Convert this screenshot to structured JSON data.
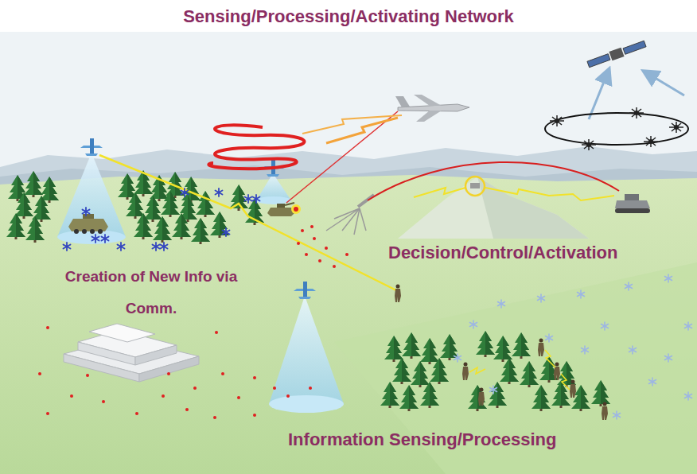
{
  "diagram": {
    "title": "Sensing/Processing/Activating Network",
    "labels": [
      "Creation of New Info via Comm.",
      "Decision/Control/Activation",
      "Information Sensing/Processing"
    ]
  }
}
